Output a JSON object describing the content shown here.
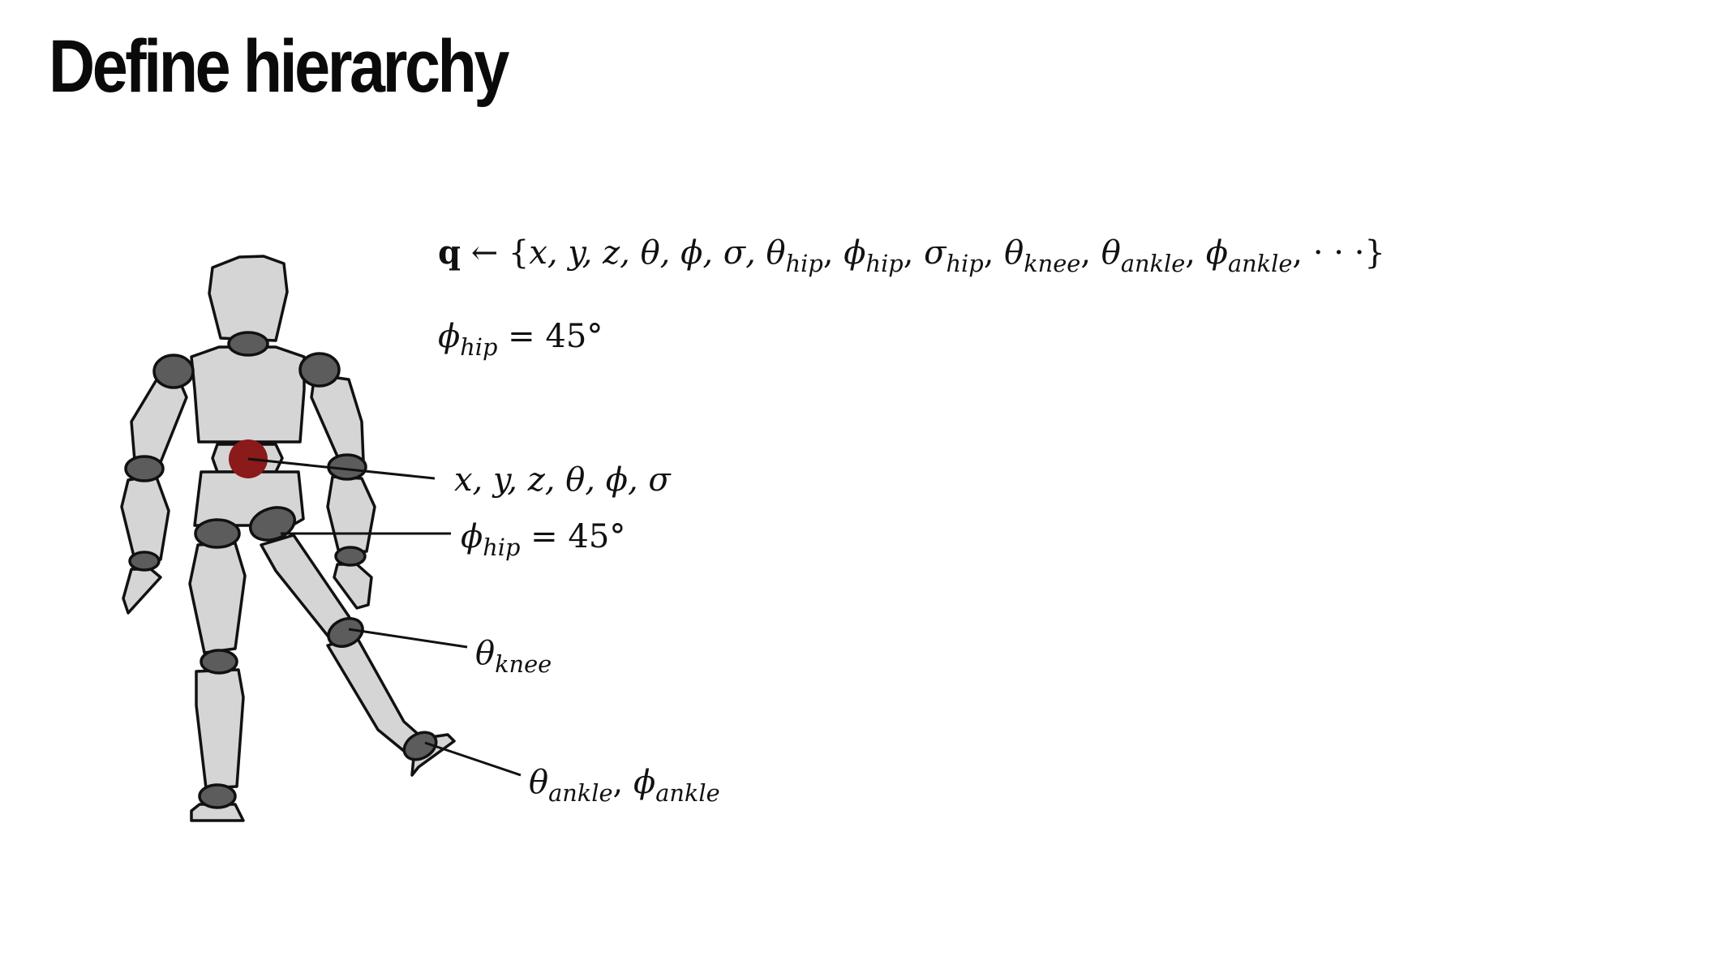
{
  "slide": {
    "title": "Define hierarchy"
  },
  "equations": {
    "state_lhs": "q",
    "state_arrow": "←",
    "state_open": "{",
    "state_vars": "x, y, z, θ, ϕ, σ, ",
    "state_terms": [
      {
        "sym": "θ",
        "sub": "hip"
      },
      {
        "sym": "ϕ",
        "sub": "hip"
      },
      {
        "sym": "σ",
        "sub": "hip"
      },
      {
        "sym": "θ",
        "sub": "knee"
      },
      {
        "sym": "θ",
        "sub": "ankle"
      },
      {
        "sym": "ϕ",
        "sub": "ankle"
      }
    ],
    "state_ellipsis": "· · ·",
    "state_close": "}",
    "hip_sym": "ϕ",
    "hip_sub": "hip",
    "hip_value": " = 45°"
  },
  "labels": {
    "root": "x, y, z, θ, ϕ, σ",
    "hip_sym": "ϕ",
    "hip_sub": "hip",
    "hip_value": " = 45°",
    "knee_sym": "θ",
    "knee_sub": "knee",
    "ankle_sym1": "θ",
    "ankle_sub1": "ankle",
    "ankle_sep": ", ",
    "ankle_sym2": "ϕ",
    "ankle_sub2": "ankle"
  },
  "colors": {
    "background": "#ffffff",
    "limb_fill": "#d5d5d5",
    "joint_fill": "#5c5c5c",
    "root_joint": "#8b1a1a",
    "outline": "#111111"
  },
  "icons": {
    "figure": "wooden-mannequin"
  }
}
